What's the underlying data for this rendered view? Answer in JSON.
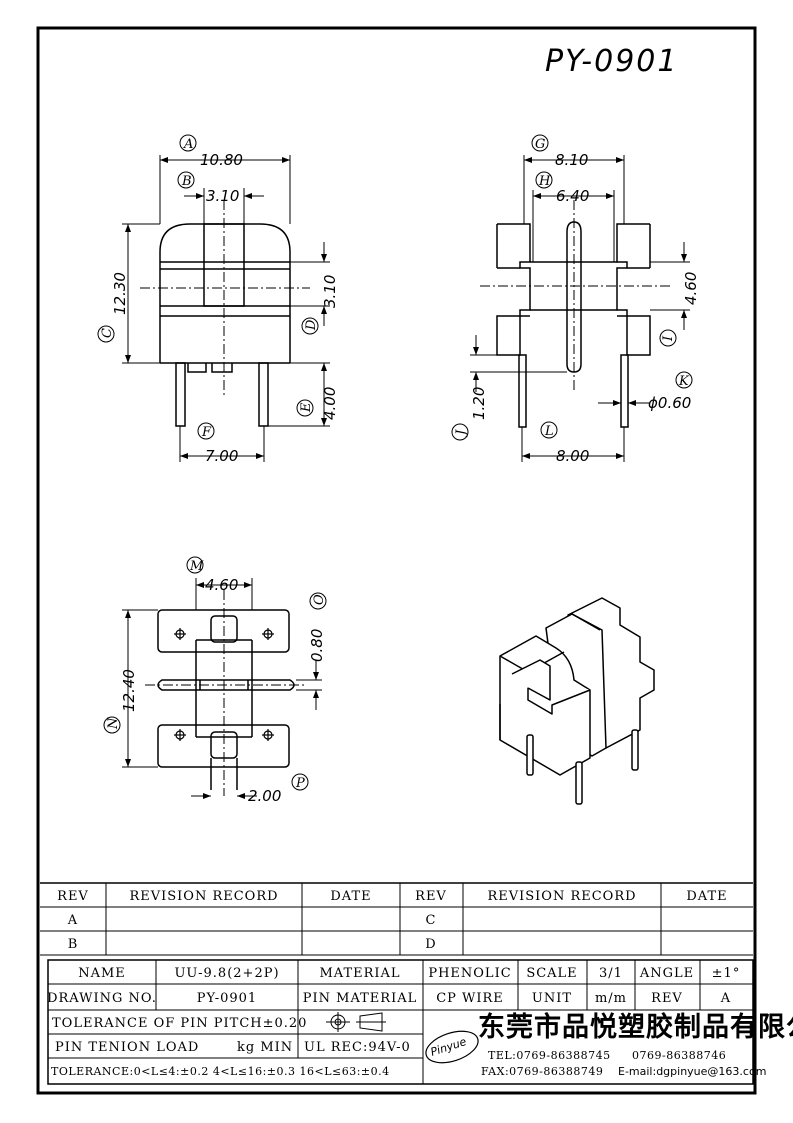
{
  "drawing_number": "PY-0901",
  "dimensions": {
    "A": {
      "letter": "A",
      "value": "10.80"
    },
    "B": {
      "letter": "B",
      "value": "3.10"
    },
    "C": {
      "letter": "C",
      "value": "12.30"
    },
    "D": {
      "letter": "D",
      "value": "3.10"
    },
    "E": {
      "letter": "E",
      "value": "4.00"
    },
    "F": {
      "letter": "F",
      "value": "7.00"
    },
    "G": {
      "letter": "G",
      "value": "8.10"
    },
    "H": {
      "letter": "H",
      "value": "6.40"
    },
    "I": {
      "letter": "I",
      "value": "4.60"
    },
    "J": {
      "letter": "J",
      "value": "1.20"
    },
    "K": {
      "letter": "K",
      "value": "ϕ0.60"
    },
    "L": {
      "letter": "L",
      "value": "8.00"
    },
    "M": {
      "letter": "M",
      "value": "4.60"
    },
    "N": {
      "letter": "N",
      "value": "12.40"
    },
    "O": {
      "letter": "O",
      "value": "0.80"
    },
    "P": {
      "letter": "P",
      "value": "2.00"
    }
  },
  "revision_table": {
    "headers": [
      "REV",
      "REVISION RECORD",
      "DATE",
      "REV",
      "REVISION RECORD",
      "DATE"
    ],
    "rows": [
      [
        "A",
        "C"
      ],
      [
        "B",
        "D"
      ]
    ]
  },
  "title_block": {
    "name_label": "NAME",
    "name_value": "UU-9.8(2+2P)",
    "material_label": "MATERIAL",
    "material_value": "PHENOLIC",
    "scale_label": "SCALE",
    "scale_value": "3/1",
    "angle_label": "ANGLE",
    "angle_value": "±1°",
    "drawing_no_label": "DRAWING NO.",
    "drawing_no_value": "PY-0901",
    "pin_material_label": "PIN MATERIAL",
    "pin_material_value": "CP WIRE",
    "unit_label": "UNIT",
    "unit_value": "m/m",
    "rev_label": "REV",
    "rev_value": "A",
    "pin_pitch_tolerance": "TOLERANCE OF PIN PITCH±0.20",
    "pin_tension_label": "PIN TENION LOAD",
    "pin_tension_unit": "kg MIN",
    "ul_rec": "UL REC:94V-0",
    "tolerance_line": "TOLERANCE:0<L≤4:±0.2   4<L≤16:±0.3   16<L≤63:±0.4",
    "logo_text": "Pinyue",
    "company_name": "东莞市品悦塑胶制品有限公司",
    "tel": "TEL:0769-86388745",
    "tel2": "0769-86388746",
    "fax": "FAX:0769-86388749",
    "email": "E-mail:dgpinyue@163.com"
  }
}
